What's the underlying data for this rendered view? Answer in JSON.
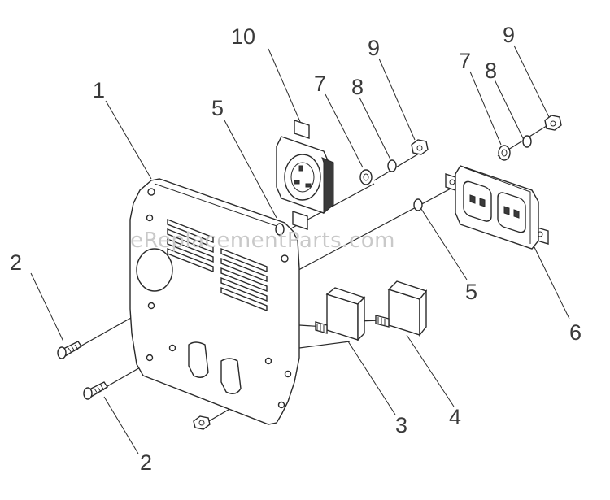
{
  "watermark": "eReplacementParts.com",
  "callouts": [
    {
      "id": "c1",
      "label": "1"
    },
    {
      "id": "c2a",
      "label": "2"
    },
    {
      "id": "c2b",
      "label": "2"
    },
    {
      "id": "c3",
      "label": "3"
    },
    {
      "id": "c4",
      "label": "4"
    },
    {
      "id": "c5a",
      "label": "5"
    },
    {
      "id": "c5b",
      "label": "5"
    },
    {
      "id": "c6",
      "label": "6"
    },
    {
      "id": "c7a",
      "label": "7"
    },
    {
      "id": "c7b",
      "label": "7"
    },
    {
      "id": "c8a",
      "label": "8"
    },
    {
      "id": "c8b",
      "label": "8"
    },
    {
      "id": "c9a",
      "label": "9"
    },
    {
      "id": "c9b",
      "label": "9"
    },
    {
      "id": "c10",
      "label": "10"
    }
  ]
}
